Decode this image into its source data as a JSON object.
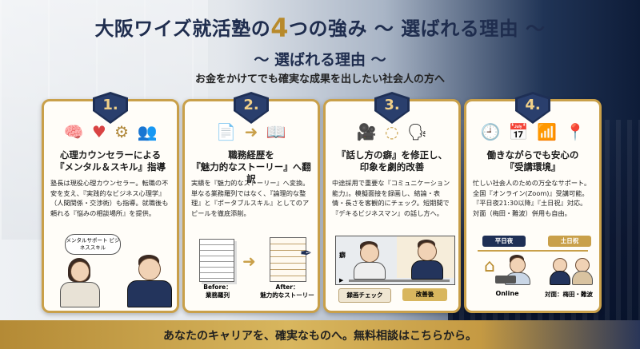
{
  "header": {
    "title_pre": "大阪ワイズ就活塾の",
    "title_num": "4",
    "title_post": "つの強み ～ 選ばれる理由 ～",
    "subtitle": "～ 選ばれる理由 ～",
    "tagline": "お金をかけてでも確実な成果を出したい社会人の方へ"
  },
  "cards": [
    {
      "num": "1.",
      "title_l1": "心理カウンセラーによる",
      "title_l2": "『メンタル＆スキル』指導",
      "body": "塾長は現役心理カウンセラー。転職の不安を支え、『実践的なビジネス心理学』（人間関係・交渉術）も指導。就職後も頼れる『悩みの相談場所』を提供。",
      "bubble": "メンタルサポート ビジネススキル"
    },
    {
      "num": "2.",
      "title_l1": "職務経歴を",
      "title_l2": "『魅力的なストーリー』へ翻訳",
      "body": "実績を『魅力的なストーリー』へ変換。単なる業務羅列ではなく、『論理的な整理』と『ポータブルスキル』としてのアピールを徹底添削。",
      "before_l1": "Before：",
      "before_l2": "業務羅列",
      "after_l1": "After：",
      "after_l2": "魅力的なストーリー"
    },
    {
      "num": "3.",
      "title_l1": "『話し方の癖』を修正し、",
      "title_l2": "印象を劇的改善",
      "body": "中途採用で重要な『コミュニケーション能力』。模擬面接を録画し、結論・表情・長さを客観的にチェック。短期間で『デキるビジネスマン』の話し方へ。",
      "tag_left": "録画チェック",
      "tag_right": "改善後",
      "screen_mark": "癖"
    },
    {
      "num": "4.",
      "title_l1": "働きながらでも安心の",
      "title_l2": "『受講環境』",
      "body": "忙しい社会人のための万全なサポート。全国『オンライン(Zoom)』受講可能。『平日夜21:30以降』『土日祝』対応。対面（梅田・難波）併用も自由。",
      "weekday": "平日夜",
      "weekend": "土日祝",
      "online": "Online",
      "inperson": "対面：梅田・難波"
    }
  ],
  "footer": {
    "text": "あなたのキャリアを、確実なものへ。無料相談はこちらから。"
  },
  "colors": {
    "navy": "#1e2f55",
    "gold": "#c9a04a"
  }
}
